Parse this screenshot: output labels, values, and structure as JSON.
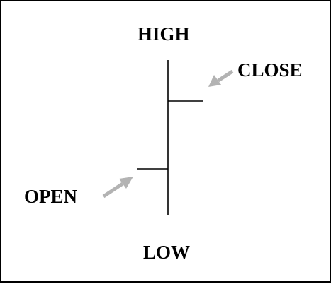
{
  "labels": {
    "high": "HIGH",
    "close": "CLOSE",
    "open": "OPEN",
    "low": "LOW"
  },
  "colors": {
    "line": "#000000",
    "arrow": "#b3b3b3",
    "border": "#000000",
    "background": "#ffffff"
  }
}
